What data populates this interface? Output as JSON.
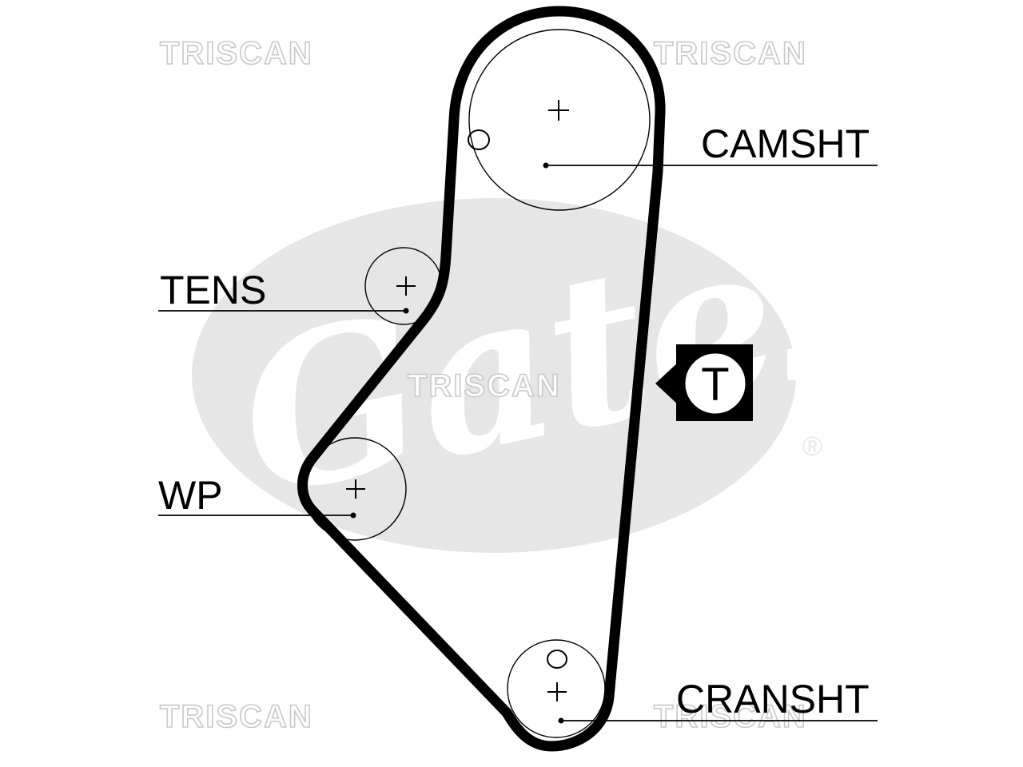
{
  "watermark": {
    "brand_text": "TRISCAN",
    "logo_text": "Gates",
    "registered_mark": "®",
    "logo_color": "#e6e6e6"
  },
  "labels": {
    "camshaft": "CAMSHT",
    "tensioner": "TENS",
    "water_pump": "WP",
    "crankshaft": "CRANSHT"
  },
  "badge": {
    "letter": "T"
  },
  "colors": {
    "belt": "#000000",
    "watermark_outline": "#c8c8c8"
  }
}
